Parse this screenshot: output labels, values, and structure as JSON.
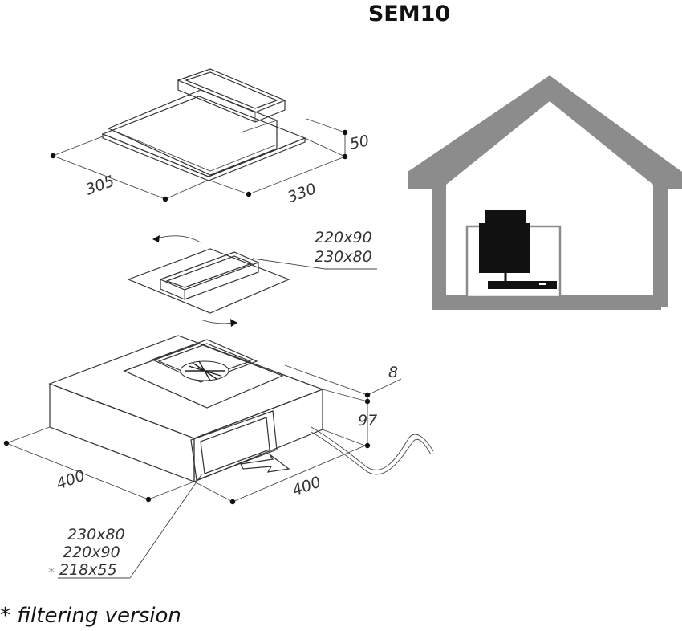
{
  "title": "SEM10",
  "footnote": "* filtering version",
  "top_unit": {
    "dim_depth": "305",
    "dim_width": "330",
    "dim_height": "50"
  },
  "adapter": {
    "size_1": "220x90",
    "size_2": "230x80"
  },
  "box_unit": {
    "dim_depth": "400",
    "dim_width": "400",
    "dim_offset": "8",
    "dim_height": "97"
  },
  "outlet_sizes": {
    "size_1": "230x80",
    "size_2": "220x90",
    "size_3": "218x55",
    "asterisk": "*"
  },
  "colors": {
    "house_fill": "#8c8c8c",
    "unit_fill": "#111111",
    "line": "#333333"
  }
}
